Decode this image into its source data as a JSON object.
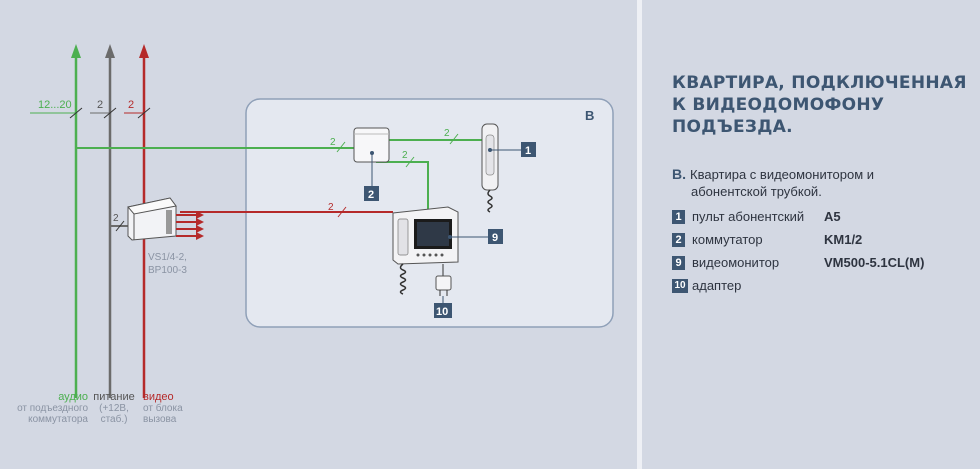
{
  "diagram": {
    "bus_labels": {
      "audio_count": "12...20",
      "power_count": "2",
      "video_count": "2"
    },
    "wire_counts": {
      "audio_to_switch": "2",
      "switch_to_handset": "2",
      "switch_to_monitor": "2",
      "video_to_monitor": "2",
      "power_to_device": "2"
    },
    "device_label": {
      "line1": "VS1/4-2,",
      "line2": "BP100-3"
    },
    "zone_letter": "B",
    "badges": {
      "handset": "1",
      "switch": "2",
      "monitor": "9",
      "adapter": "10"
    },
    "bottom": {
      "audio_title": "аудио",
      "audio_sub1": "от подъездного",
      "audio_sub2": "коммутатора",
      "power_title": "питание",
      "power_sub1": "(+12В,",
      "power_sub2": "стаб.)",
      "video_title": "видео",
      "video_sub1": "от блока",
      "video_sub2": "вызова"
    },
    "colors": {
      "audio": "#4caf50",
      "power": "#6b6b6b",
      "video": "#b52a2a",
      "accent": "#3d5672"
    }
  },
  "panel": {
    "heading": [
      "КВАРТИРА, ПОДКЛЮЧЕННАЯ",
      "К ВИДЕОДОМОФОНУ",
      "ПОДЪЕЗДА."
    ],
    "sub_letter": "B.",
    "sub_line1": "Квартира с видеомонитором и",
    "sub_line2": "абонентской трубкой.",
    "legend": [
      {
        "num": "1",
        "label": "пульт абонентский",
        "model": "A5"
      },
      {
        "num": "2",
        "label": "коммутатор",
        "model": "KM1/2"
      },
      {
        "num": "9",
        "label": "видеомонитор",
        "model": "VM500-5.1CL(M)"
      },
      {
        "num": "10",
        "label": "адаптер",
        "model": ""
      }
    ]
  }
}
